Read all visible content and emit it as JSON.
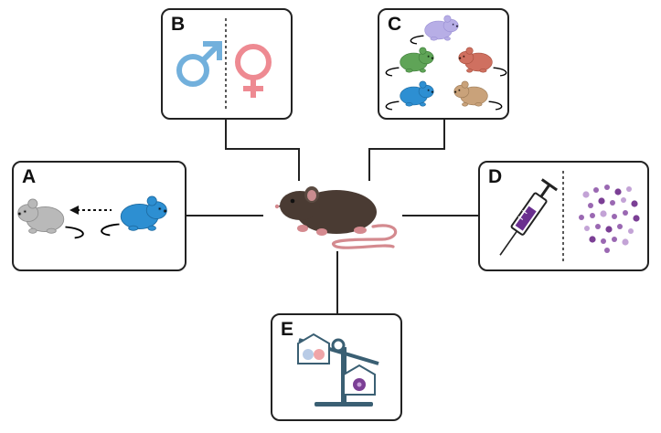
{
  "panels": {
    "A": {
      "letter": "A",
      "icons": [
        "gray-mouse-icon",
        "dotted-arrow-left-icon",
        "blue-mouse-icon"
      ]
    },
    "B": {
      "letter": "B",
      "icons": [
        "male-symbol-icon",
        "female-symbol-icon"
      ]
    },
    "C": {
      "letter": "C",
      "icons": [
        "lavender-mouse-icon",
        "green-mouse-icon",
        "red-mouse-icon",
        "blue-mouse-icon",
        "tan-mouse-icon"
      ]
    },
    "D": {
      "letter": "D",
      "icons": [
        "syringe-icon",
        "particle-cluster-icon"
      ]
    },
    "E": {
      "letter": "E",
      "icons": [
        "balance-scale-icon",
        "house-with-cells-icon",
        "house-with-cell-icon"
      ]
    }
  },
  "center": {
    "icon": "brown-mouse-icon"
  },
  "colors": {
    "outline": "#222222",
    "male": "#72b0dc",
    "female": "#ee8a92",
    "mouse_brown": "#4a3b33",
    "mouse_gray": "#b9b9b9",
    "mouse_blue": "#2d8fd2",
    "mouse_lavender": "#b7aee6",
    "mouse_green": "#5fa457",
    "mouse_red": "#cf7060",
    "mouse_tan": "#c9a27a",
    "syringe_liquid": "#6a2f8f",
    "particles": "#7b3f95",
    "scale": "#3a5f73"
  }
}
